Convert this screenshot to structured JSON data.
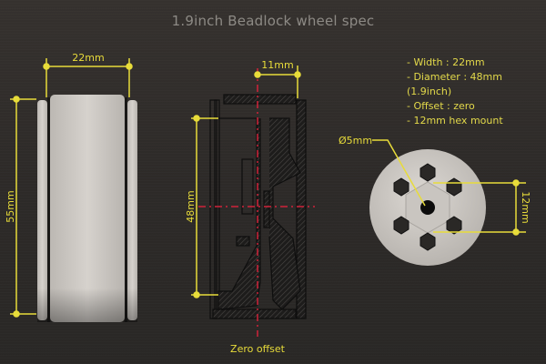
{
  "title": "1.9inch Beadlock wheel spec",
  "specs": [
    "- Width : 22mm",
    "- Diameter : 48mm (1.9inch)",
    "- Offset : zero",
    "- 12mm hex mount"
  ],
  "side_view": {
    "width_label": "22mm",
    "height_label": "55mm"
  },
  "cross_section": {
    "offset_label": "11mm",
    "diameter_label": "48mm",
    "caption": "Zero offset"
  },
  "hub_view": {
    "hole_label": "Ø5mm",
    "hex_label": "12mm"
  },
  "colors": {
    "background": "#2f2c2a",
    "dimension": "#e8dc3a",
    "centerline": "#d0233a",
    "wheel": "#cfcbc6",
    "title": "#8d8a85"
  }
}
